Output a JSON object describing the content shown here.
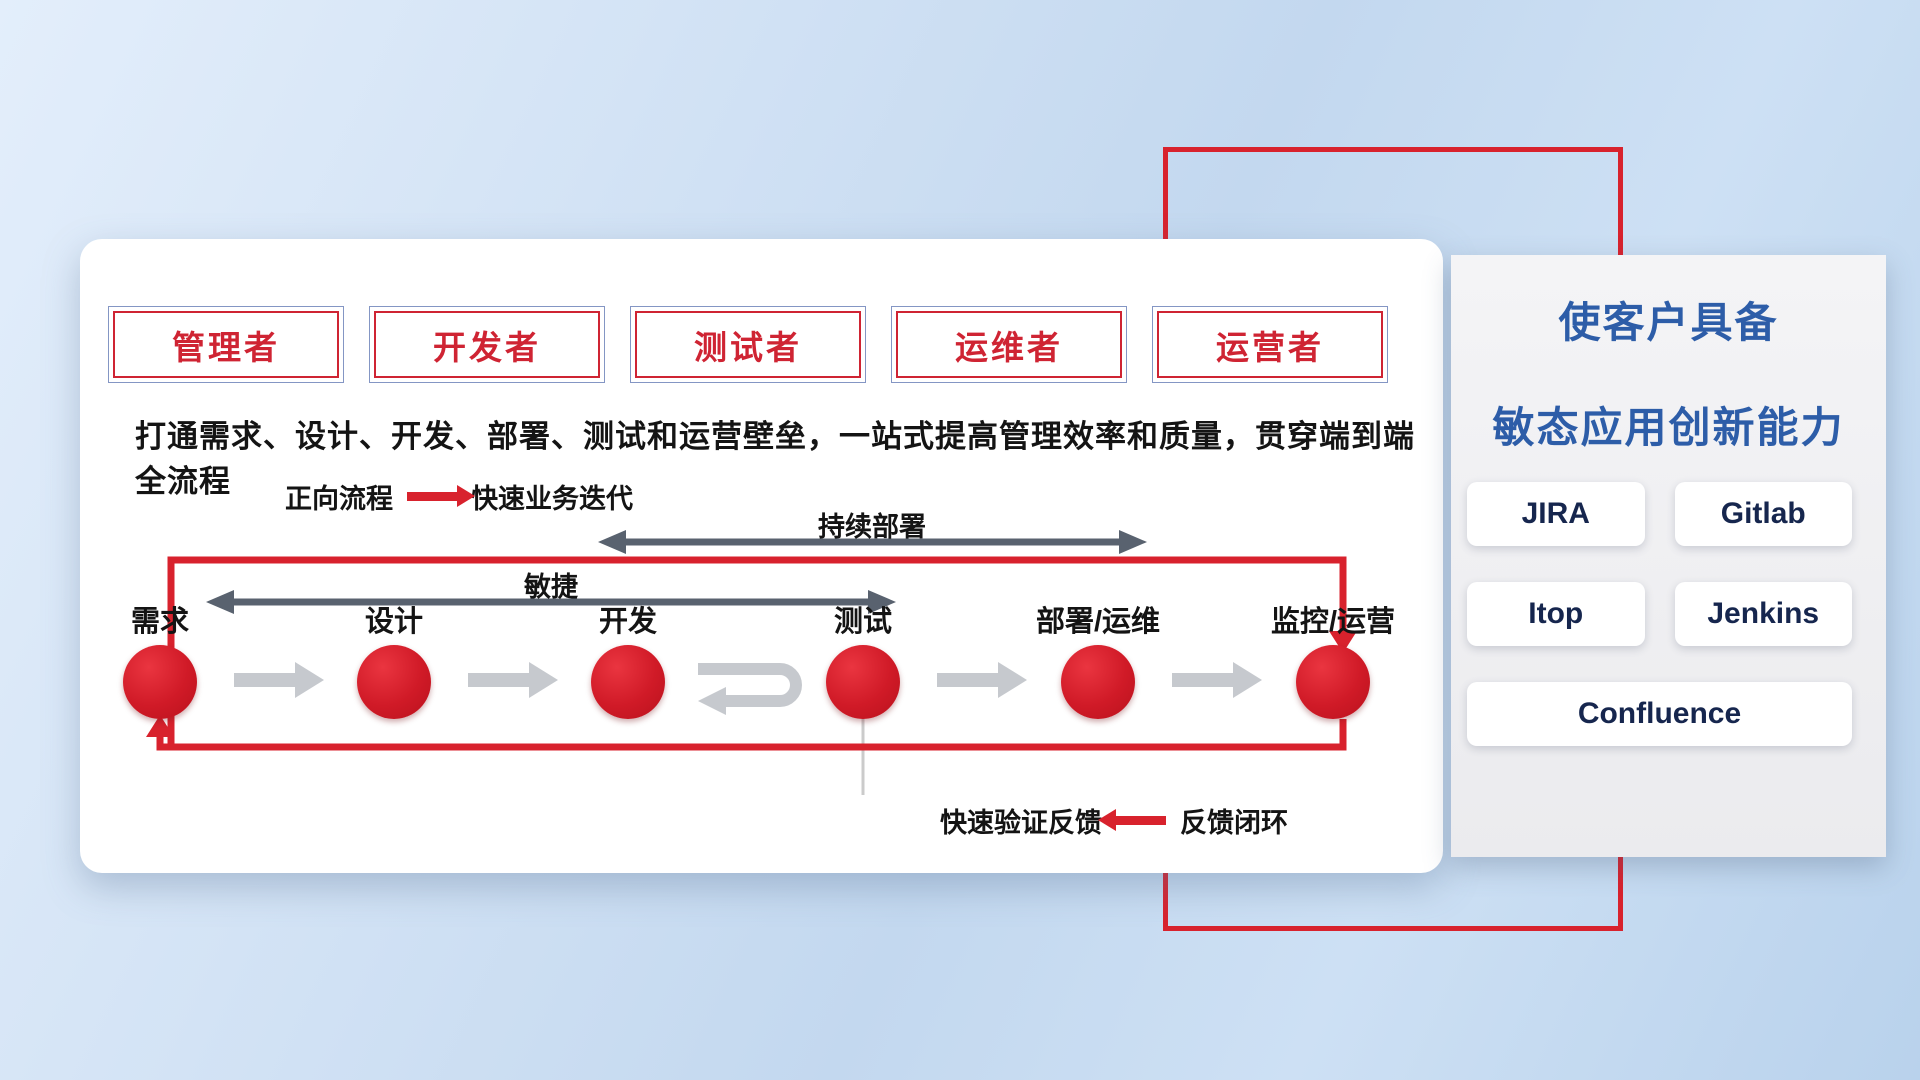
{
  "roles": [
    "管理者",
    "开发者",
    "测试者",
    "运维者",
    "运营者"
  ],
  "headline": "打通需求、设计、开发、部署、测试和运营壁垒，一站式提高管理效率和质量，贯穿端到端全流程",
  "legend_forward": {
    "name": "正向流程",
    "desc": "快速业务迭代"
  },
  "legend_feedback": {
    "desc": "快速验证反馈",
    "name": "反馈闭环"
  },
  "flow": {
    "stages": [
      "需求",
      "设计",
      "开发",
      "测试",
      "部署/运维",
      "监控/运营"
    ],
    "agile_label": "敏捷",
    "continuous_deploy_label": "持续部署"
  },
  "panel": {
    "title_line1": "使客户具备",
    "title_line2": "敏态应用创新能力",
    "tools": [
      "JIRA",
      "Gitlab",
      "Itop",
      "Jenkins",
      "Confluence"
    ]
  },
  "colors": {
    "accent_red": "#d8222d",
    "heading_blue": "#2d5da8",
    "span_arrow_gray": "#59626f",
    "flow_arrow_gray": "#c6c9ce"
  }
}
